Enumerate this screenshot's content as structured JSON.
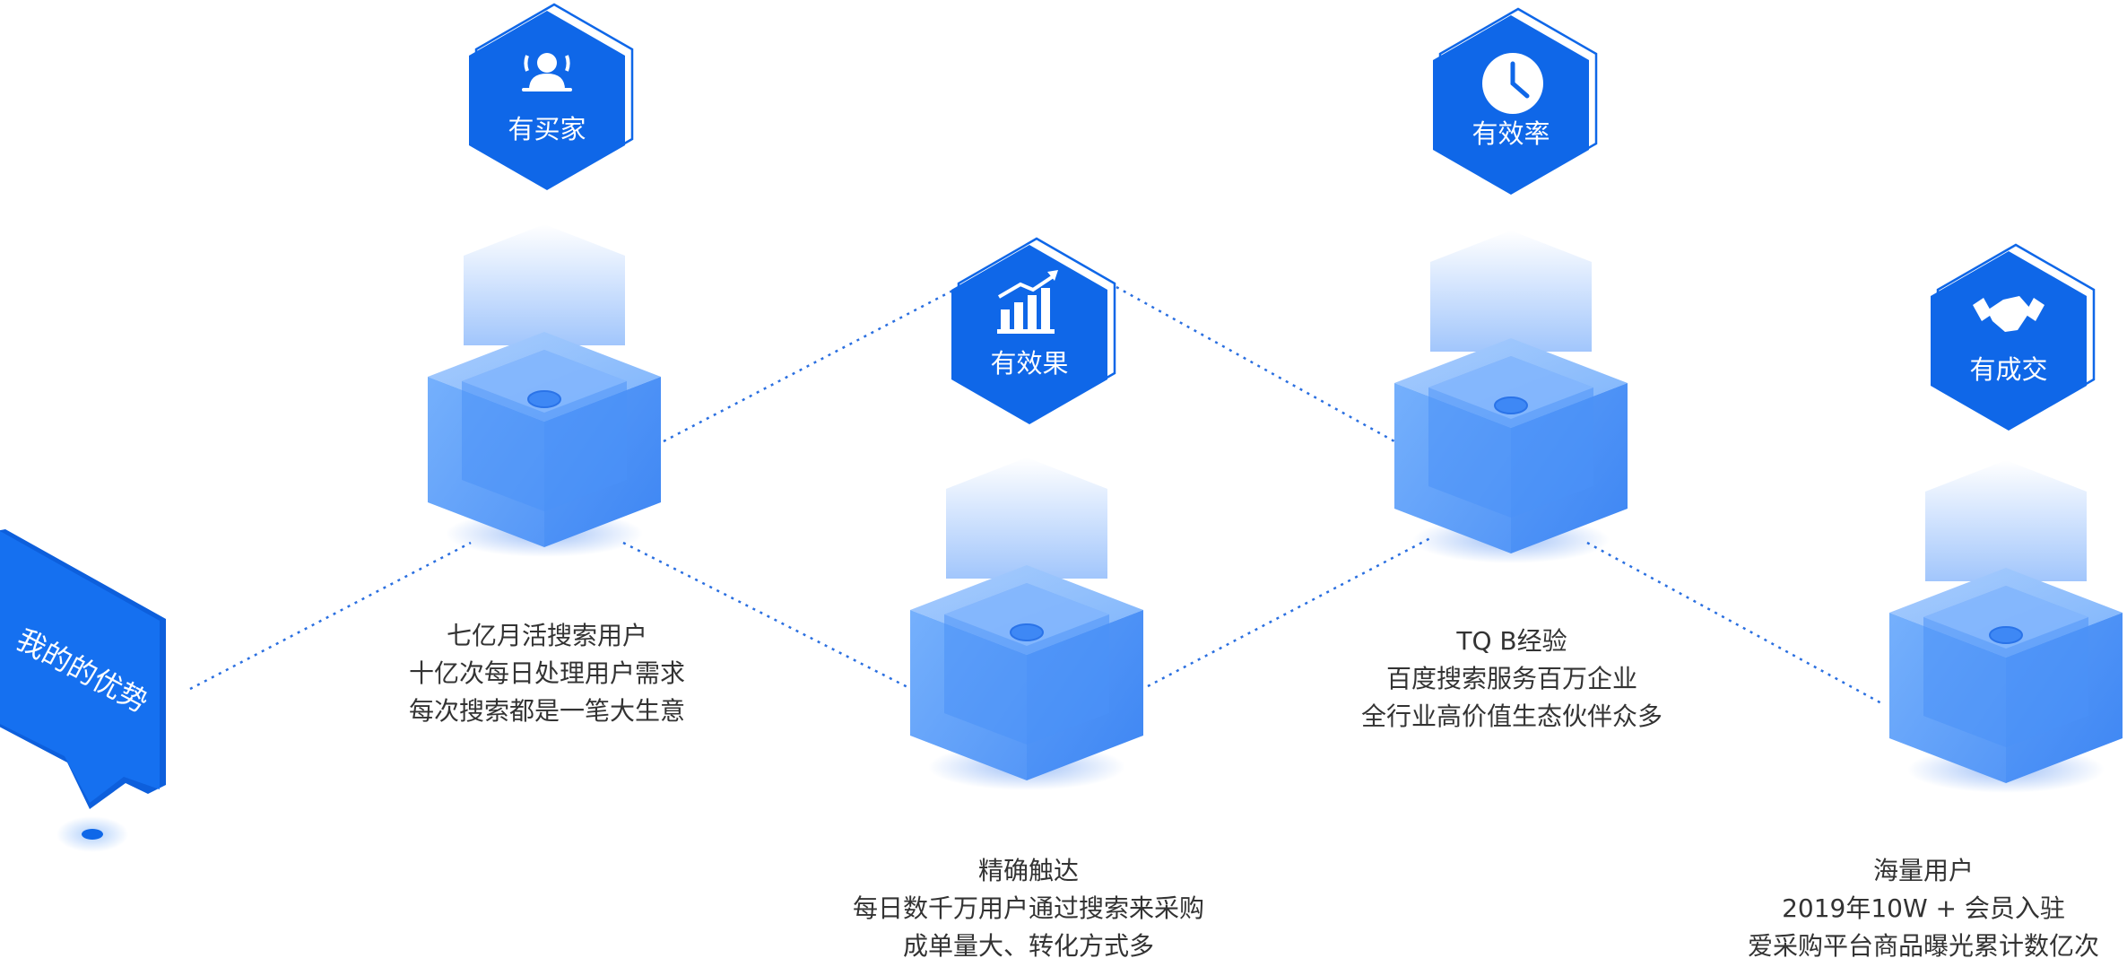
{
  "intro": {
    "label": "我的的优势"
  },
  "advantages": [
    {
      "title": "有买家",
      "icon": "user-icon",
      "lines": [
        "七亿月活搜索用户",
        "十亿次每日处理用户需求",
        "每次搜索都是一笔大生意"
      ]
    },
    {
      "title": "有效果",
      "icon": "growth-chart-icon",
      "lines": [
        "精确触达",
        "每日数千万用户通过搜索来采购",
        "成单量大、转化方式多"
      ]
    },
    {
      "title": "有效率",
      "icon": "clock-icon",
      "lines": [
        "TQ B经验",
        "百度搜索服务百万企业",
        "全行业高价值生态伙伴众多"
      ]
    },
    {
      "title": "有成交",
      "icon": "handshake-icon",
      "lines": [
        "海量用户",
        "2019年10W + 会员入驻",
        "爱采购平台商品曝光累计数亿次"
      ]
    }
  ],
  "colors": {
    "brand": "#0f67e8",
    "cube": "#5aa2fb",
    "line": "#2a6fe0",
    "text": "#333333"
  }
}
